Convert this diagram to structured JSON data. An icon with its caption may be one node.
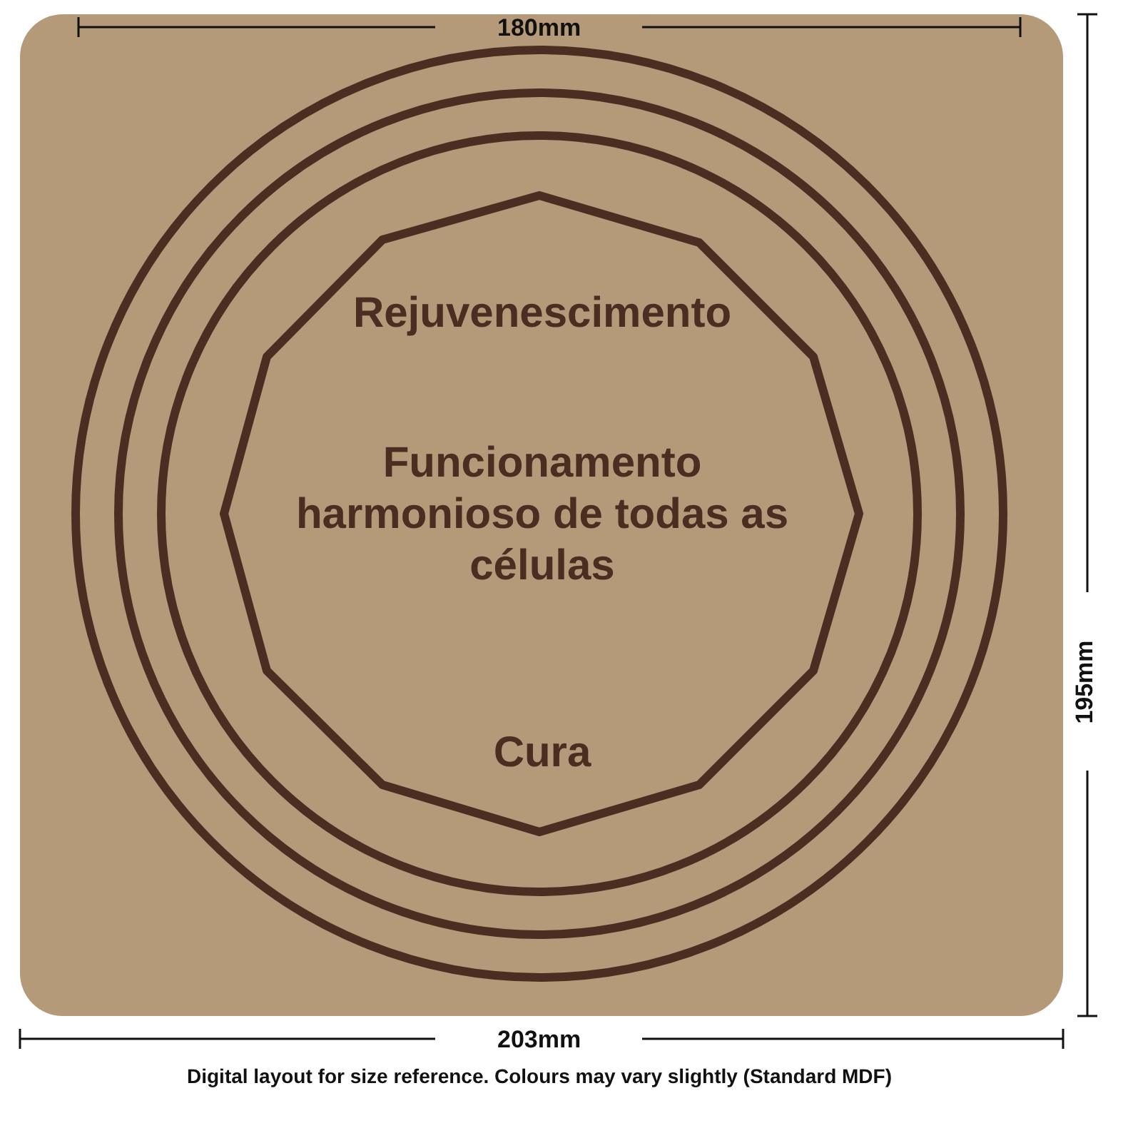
{
  "diagram": {
    "caption": "Digital layout for size reference. Colours may vary slightly (Standard MDF)",
    "nodes": [
      {
        "text": [
          "Rejuvenescimento",
          "Funcionamento harmonioso de todas as células",
          "Cura"
        ]
      }
    ],
    "labels": [
      "180mm",
      "195mm",
      "203mm"
    ]
  }
}
